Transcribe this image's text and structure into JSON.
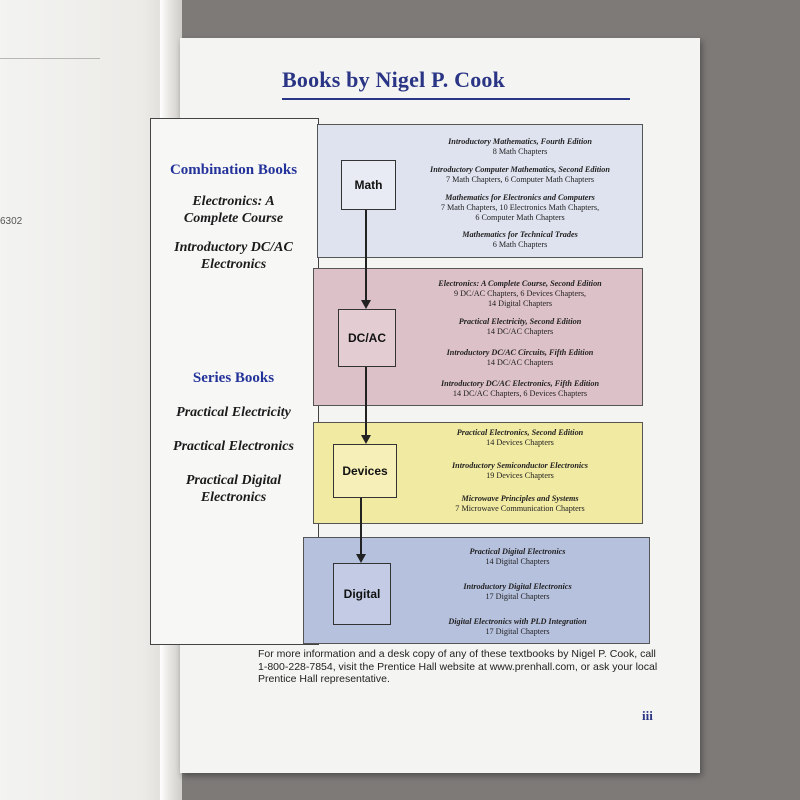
{
  "left_page": {
    "fragment": "6302"
  },
  "title": "Books by Nigel P. Cook",
  "left_panel": {
    "combination_heading": "Combination Books",
    "combination_1": "Electronics: A Complete Course",
    "combination_2": "Introductory DC/AC Electronics",
    "series_heading": "Series Books",
    "series_1": "Practical Electricity",
    "series_2": "Practical Electronics",
    "series_3": "Practical Digital Electronics"
  },
  "boxes": {
    "math": "Math",
    "dcac": "DC/AC",
    "devices": "Devices",
    "digital": "Digital"
  },
  "math_books": [
    {
      "title": "Introductory Mathematics, Fourth Edition",
      "desc": "8 Math Chapters"
    },
    {
      "title": "Introductory Computer Mathematics, Second Edition",
      "desc": "7 Math Chapters, 6 Computer Math Chapters"
    },
    {
      "title": "Mathematics for Electronics and Computers",
      "desc": "7 Math Chapters, 10 Electronics Math Chapters,",
      "desc2": "6 Computer Math Chapters"
    },
    {
      "title": "Mathematics for Technical Trades",
      "desc": "6 Math Chapters"
    }
  ],
  "dcac_books": [
    {
      "title": "Electronics: A Complete Course, Second Edition",
      "desc": "9 DC/AC Chapters, 6 Devices Chapters,",
      "desc2": "14 Digital Chapters"
    },
    {
      "title": "Practical Electricity, Second Edition",
      "desc": "14 DC/AC Chapters"
    },
    {
      "title": "Introductory DC/AC Circuits, Fifth Edition",
      "desc": "14 DC/AC Chapters"
    },
    {
      "title": "Introductory DC/AC Electronics, Fifth Edition",
      "desc": "14 DC/AC Chapters, 6 Devices Chapters"
    }
  ],
  "devices_books": [
    {
      "title": "Practical Electronics, Second Edition",
      "desc": "14 Devices Chapters"
    },
    {
      "title": "Introductory Semiconductor Electronics",
      "desc": "19 Devices Chapters"
    },
    {
      "title": "Microwave Principles and Systems",
      "desc": "7 Microwave Communication Chapters"
    }
  ],
  "digital_books": [
    {
      "title": "Practical Digital Electronics",
      "desc": "14 Digital Chapters"
    },
    {
      "title": "Introductory Digital Electronics",
      "desc": "17 Digital Chapters"
    },
    {
      "title": "Digital Electronics with PLD Integration",
      "desc": "17 Digital Chapters"
    }
  ],
  "footer": "For more information and a desk copy of any of these textbooks by Nigel P. Cook, call 1-800-228-7854, visit the Prentice Hall website at www.prenhall.com, or ask your local Prentice Hall representative.",
  "page_number": "iii"
}
